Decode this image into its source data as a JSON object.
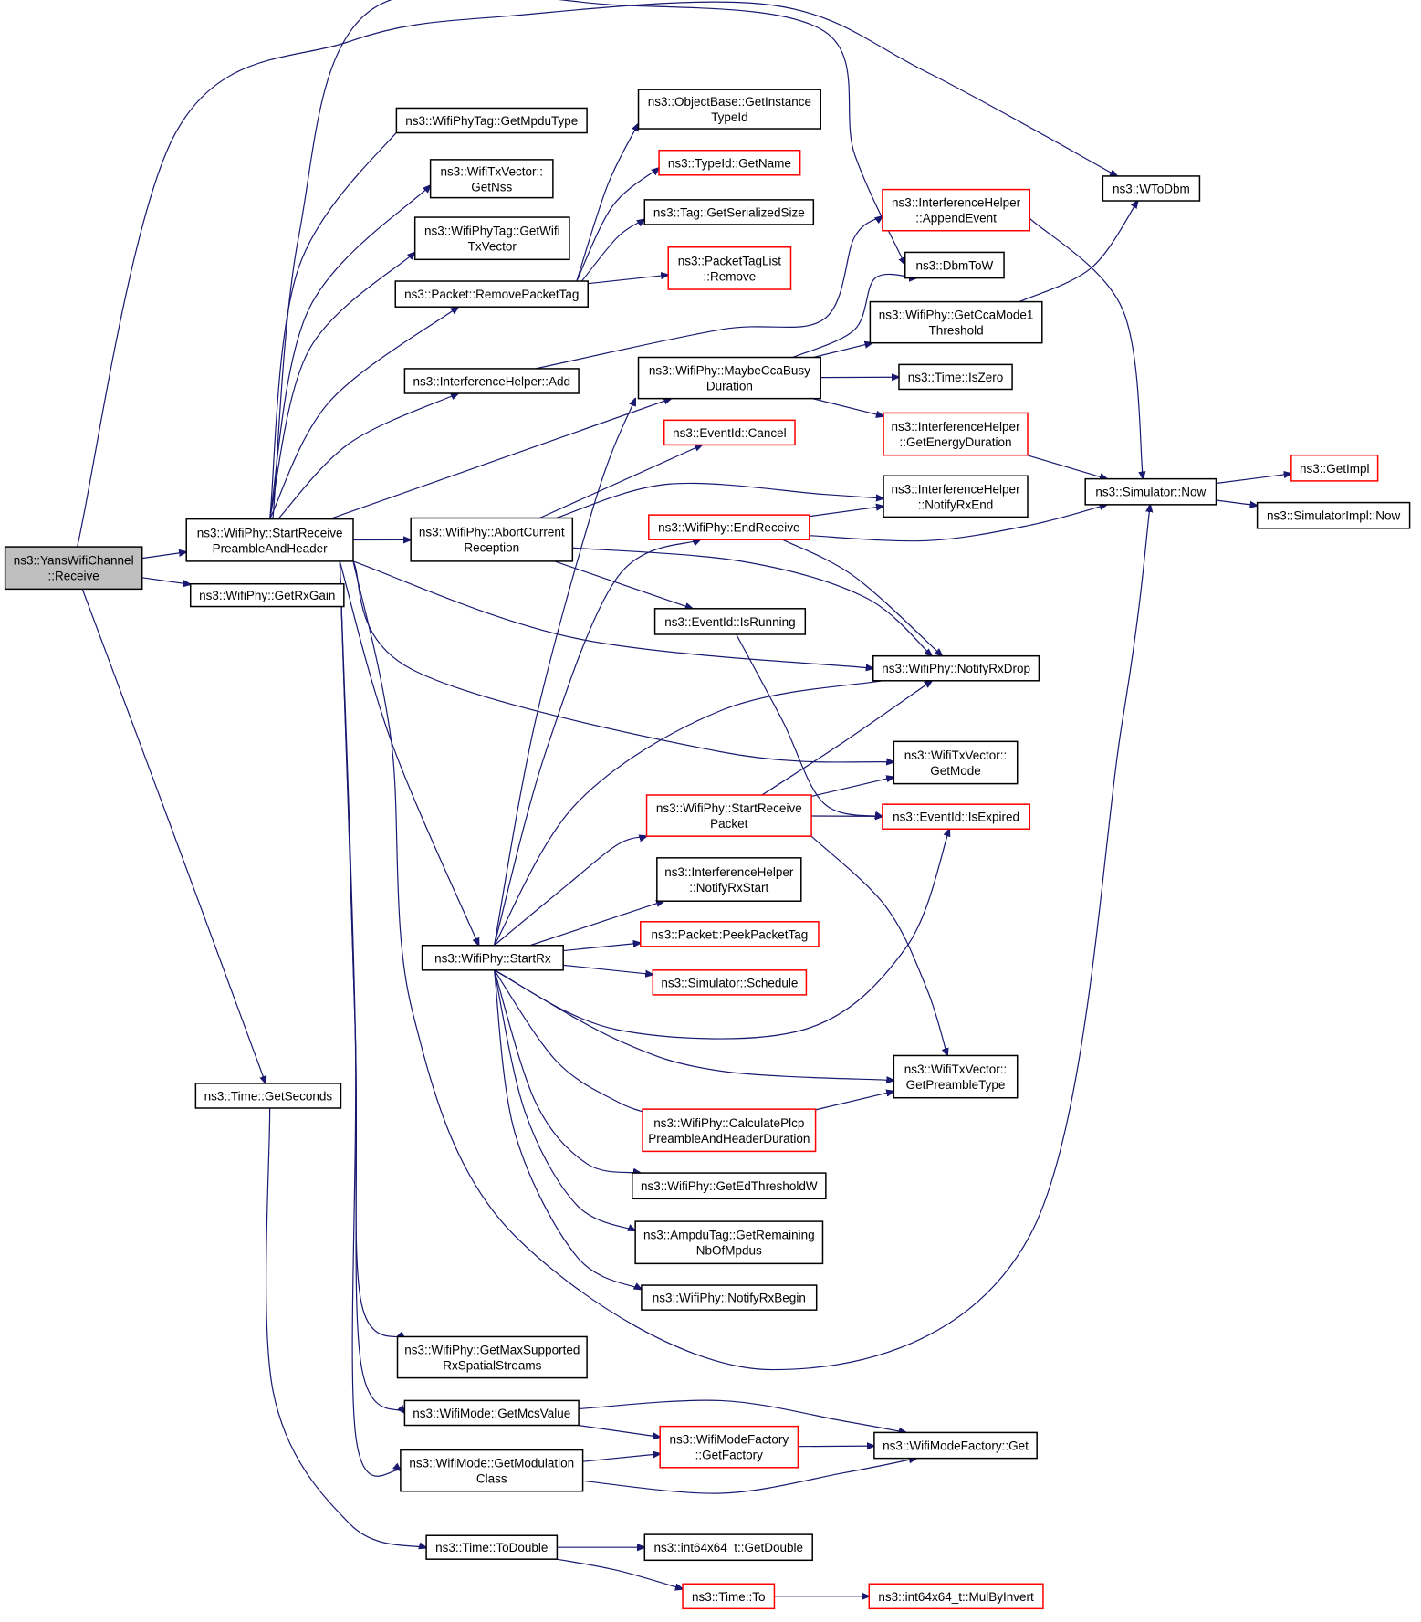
{
  "colors": {
    "edge": "#191970",
    "box_border": "#000000",
    "box_border_incomplete": "#ff0000",
    "root_fill": "#bfbfbf",
    "box_fill": "#ffffff"
  },
  "nodes": [
    {
      "id": "root",
      "lines": [
        "ns3::YansWifiChannel",
        "::Receive"
      ],
      "style": "root"
    },
    {
      "id": "startreceive_ph",
      "lines": [
        "ns3::WifiPhy::StartReceive",
        "PreambleAndHeader"
      ],
      "style": "normal"
    },
    {
      "id": "getrxgain",
      "lines": [
        "ns3::WifiPhy::GetRxGain"
      ],
      "style": "normal"
    },
    {
      "id": "getseconds",
      "lines": [
        "ns3::Time::GetSeconds"
      ],
      "style": "normal"
    },
    {
      "id": "getmpdutype",
      "lines": [
        "ns3::WifiPhyTag::GetMpduType"
      ],
      "style": "normal"
    },
    {
      "id": "getnss",
      "lines": [
        "ns3::WifiTxVector::",
        "GetNss"
      ],
      "style": "normal"
    },
    {
      "id": "getwifitxvector",
      "lines": [
        "ns3::WifiPhyTag::GetWifi",
        "TxVector"
      ],
      "style": "normal"
    },
    {
      "id": "removepackettag",
      "lines": [
        "ns3::Packet::RemovePacketTag"
      ],
      "style": "normal"
    },
    {
      "id": "ih_add",
      "lines": [
        "ns3::InterferenceHelper::Add"
      ],
      "style": "normal"
    },
    {
      "id": "abortcurrent",
      "lines": [
        "ns3::WifiPhy::AbortCurrent",
        "Reception"
      ],
      "style": "normal"
    },
    {
      "id": "startrx",
      "lines": [
        "ns3::WifiPhy::StartRx"
      ],
      "style": "normal"
    },
    {
      "id": "getmaxsupported",
      "lines": [
        "ns3::WifiPhy::GetMaxSupported",
        "RxSpatialStreams"
      ],
      "style": "normal"
    },
    {
      "id": "getmcsvalue",
      "lines": [
        "ns3::WifiMode::GetMcsValue"
      ],
      "style": "normal"
    },
    {
      "id": "getmodclass",
      "lines": [
        "ns3::WifiMode::GetModulation",
        "Class"
      ],
      "style": "normal"
    },
    {
      "id": "todouble",
      "lines": [
        "ns3::Time::ToDouble"
      ],
      "style": "normal"
    },
    {
      "id": "getinstancetypeid",
      "lines": [
        "ns3::ObjectBase::GetInstance",
        "TypeId"
      ],
      "style": "normal"
    },
    {
      "id": "typeid_getname",
      "lines": [
        "ns3::TypeId::GetName"
      ],
      "style": "incomplete"
    },
    {
      "id": "getserializedsize",
      "lines": [
        "ns3::Tag::GetSerializedSize"
      ],
      "style": "normal"
    },
    {
      "id": "ptl_remove",
      "lines": [
        "ns3::PacketTagList",
        "::Remove"
      ],
      "style": "incomplete"
    },
    {
      "id": "maybeccabusy",
      "lines": [
        "ns3::WifiPhy::MaybeCcaBusy",
        "Duration"
      ],
      "style": "normal"
    },
    {
      "id": "eventid_cancel",
      "lines": [
        "ns3::EventId::Cancel"
      ],
      "style": "incomplete"
    },
    {
      "id": "endreceive",
      "lines": [
        "ns3::WifiPhy::EndReceive"
      ],
      "style": "incomplete"
    },
    {
      "id": "isrunning",
      "lines": [
        "ns3::EventId::IsRunning"
      ],
      "style": "normal"
    },
    {
      "id": "startreceivepacket",
      "lines": [
        "ns3::WifiPhy::StartReceive",
        "Packet"
      ],
      "style": "incomplete"
    },
    {
      "id": "ih_notifyrxstart",
      "lines": [
        "ns3::InterferenceHelper",
        "::NotifyRxStart"
      ],
      "style": "normal"
    },
    {
      "id": "peekpackettag",
      "lines": [
        "ns3::Packet::PeekPacketTag"
      ],
      "style": "incomplete"
    },
    {
      "id": "sim_schedule",
      "lines": [
        "ns3::Simulator::Schedule"
      ],
      "style": "incomplete"
    },
    {
      "id": "calcplcp",
      "lines": [
        "ns3::WifiPhy::CalculatePlcp",
        "PreambleAndHeaderDuration"
      ],
      "style": "incomplete"
    },
    {
      "id": "getedthreshold",
      "lines": [
        "ns3::WifiPhy::GetEdThresholdW"
      ],
      "style": "normal"
    },
    {
      "id": "ampdu_remaining",
      "lines": [
        "ns3::AmpduTag::GetRemaining",
        "NbOfMpdus"
      ],
      "style": "normal"
    },
    {
      "id": "notifyrxbegin",
      "lines": [
        "ns3::WifiPhy::NotifyRxBegin"
      ],
      "style": "normal"
    },
    {
      "id": "getfactory",
      "lines": [
        "ns3::WifiModeFactory",
        "::GetFactory"
      ],
      "style": "incomplete"
    },
    {
      "id": "int64_getdouble",
      "lines": [
        "ns3::int64x64_t::GetDouble"
      ],
      "style": "normal"
    },
    {
      "id": "time_to",
      "lines": [
        "ns3::Time::To"
      ],
      "style": "incomplete"
    },
    {
      "id": "ih_appendevent",
      "lines": [
        "ns3::InterferenceHelper",
        "::AppendEvent"
      ],
      "style": "incomplete"
    },
    {
      "id": "dbmtow",
      "lines": [
        "ns3::DbmToW"
      ],
      "style": "normal"
    },
    {
      "id": "getccamode1",
      "lines": [
        "ns3::WifiPhy::GetCcaMode1",
        "Threshold"
      ],
      "style": "normal"
    },
    {
      "id": "time_iszero",
      "lines": [
        "ns3::Time::IsZero"
      ],
      "style": "normal"
    },
    {
      "id": "ih_getenergyduration",
      "lines": [
        "ns3::InterferenceHelper",
        "::GetEnergyDuration"
      ],
      "style": "incomplete"
    },
    {
      "id": "ih_notifyrxend",
      "lines": [
        "ns3::InterferenceHelper",
        "::NotifyRxEnd"
      ],
      "style": "normal"
    },
    {
      "id": "notifyrxdrop",
      "lines": [
        "ns3::WifiPhy::NotifyRxDrop"
      ],
      "style": "normal"
    },
    {
      "id": "txv_getmode",
      "lines": [
        "ns3::WifiTxVector::",
        "GetMode"
      ],
      "style": "normal"
    },
    {
      "id": "isexpired",
      "lines": [
        "ns3::EventId::IsExpired"
      ],
      "style": "incomplete"
    },
    {
      "id": "getpreambletype",
      "lines": [
        "ns3::WifiTxVector::",
        "GetPreambleType"
      ],
      "style": "normal"
    },
    {
      "id": "wmf_get",
      "lines": [
        "ns3::WifiModeFactory::Get"
      ],
      "style": "normal"
    },
    {
      "id": "mulbyinvert",
      "lines": [
        "ns3::int64x64_t::MulByInvert"
      ],
      "style": "incomplete"
    },
    {
      "id": "wtodbm",
      "lines": [
        "ns3::WToDbm"
      ],
      "style": "normal"
    },
    {
      "id": "sim_now",
      "lines": [
        "ns3::Simulator::Now"
      ],
      "style": "normal"
    },
    {
      "id": "getimpl",
      "lines": [
        "ns3::GetImpl"
      ],
      "style": "incomplete"
    },
    {
      "id": "simimpl_now",
      "lines": [
        "ns3::SimulatorImpl::Now"
      ],
      "style": "normal"
    }
  ],
  "edges": [
    [
      "root",
      "startreceive_ph"
    ],
    [
      "root",
      "getrxgain"
    ],
    [
      "root",
      "getseconds"
    ],
    [
      "root",
      "wtodbm"
    ],
    [
      "startreceive_ph",
      "getmpdutype"
    ],
    [
      "startreceive_ph",
      "getnss"
    ],
    [
      "startreceive_ph",
      "getwifitxvector"
    ],
    [
      "startreceive_ph",
      "removepackettag"
    ],
    [
      "startreceive_ph",
      "ih_add"
    ],
    [
      "startreceive_ph",
      "abortcurrent"
    ],
    [
      "startreceive_ph",
      "startrx"
    ],
    [
      "startreceive_ph",
      "getmaxsupported"
    ],
    [
      "startreceive_ph",
      "getmcsvalue"
    ],
    [
      "startreceive_ph",
      "getmodclass"
    ],
    [
      "startreceive_ph",
      "maybeccabusy"
    ],
    [
      "startreceive_ph",
      "notifyrxdrop"
    ],
    [
      "startreceive_ph",
      "txv_getmode"
    ],
    [
      "startreceive_ph",
      "sim_now"
    ],
    [
      "startreceive_ph",
      "dbmtow"
    ],
    [
      "getseconds",
      "todouble"
    ],
    [
      "removepackettag",
      "getinstancetypeid"
    ],
    [
      "removepackettag",
      "typeid_getname"
    ],
    [
      "removepackettag",
      "getserializedsize"
    ],
    [
      "removepackettag",
      "ptl_remove"
    ],
    [
      "ih_add",
      "ih_appendevent"
    ],
    [
      "abortcurrent",
      "eventid_cancel"
    ],
    [
      "abortcurrent",
      "ih_notifyrxend"
    ],
    [
      "abortcurrent",
      "isrunning"
    ],
    [
      "abortcurrent",
      "notifyrxdrop"
    ],
    [
      "startrx",
      "maybeccabusy"
    ],
    [
      "startrx",
      "endreceive"
    ],
    [
      "startrx",
      "notifyrxdrop"
    ],
    [
      "startrx",
      "startreceivepacket"
    ],
    [
      "startrx",
      "ih_notifyrxstart"
    ],
    [
      "startrx",
      "peekpackettag"
    ],
    [
      "startrx",
      "sim_schedule"
    ],
    [
      "startrx",
      "isexpired"
    ],
    [
      "startrx",
      "getpreambletype"
    ],
    [
      "startrx",
      "calcplcp"
    ],
    [
      "startrx",
      "getedthreshold"
    ],
    [
      "startrx",
      "ampdu_remaining"
    ],
    [
      "startrx",
      "notifyrxbegin"
    ],
    [
      "getmcsvalue",
      "getfactory"
    ],
    [
      "getmcsvalue",
      "wmf_get"
    ],
    [
      "getmodclass",
      "getfactory"
    ],
    [
      "getmodclass",
      "wmf_get"
    ],
    [
      "todouble",
      "int64_getdouble"
    ],
    [
      "todouble",
      "time_to"
    ],
    [
      "maybeccabusy",
      "dbmtow"
    ],
    [
      "maybeccabusy",
      "getccamode1"
    ],
    [
      "maybeccabusy",
      "time_iszero"
    ],
    [
      "maybeccabusy",
      "ih_getenergyduration"
    ],
    [
      "endreceive",
      "ih_notifyrxend"
    ],
    [
      "endreceive",
      "sim_now"
    ],
    [
      "endreceive",
      "notifyrxdrop"
    ],
    [
      "isrunning",
      "isexpired"
    ],
    [
      "startreceivepacket",
      "notifyrxdrop"
    ],
    [
      "startreceivepacket",
      "txv_getmode"
    ],
    [
      "startreceivepacket",
      "isexpired"
    ],
    [
      "startreceivepacket",
      "getpreambletype"
    ],
    [
      "calcplcp",
      "getpreambletype"
    ],
    [
      "getfactory",
      "wmf_get"
    ],
    [
      "time_to",
      "mulbyinvert"
    ],
    [
      "ih_appendevent",
      "sim_now"
    ],
    [
      "getccamode1",
      "wtodbm"
    ],
    [
      "ih_getenergyduration",
      "sim_now"
    ],
    [
      "sim_now",
      "getimpl"
    ],
    [
      "sim_now",
      "simimpl_now"
    ]
  ]
}
